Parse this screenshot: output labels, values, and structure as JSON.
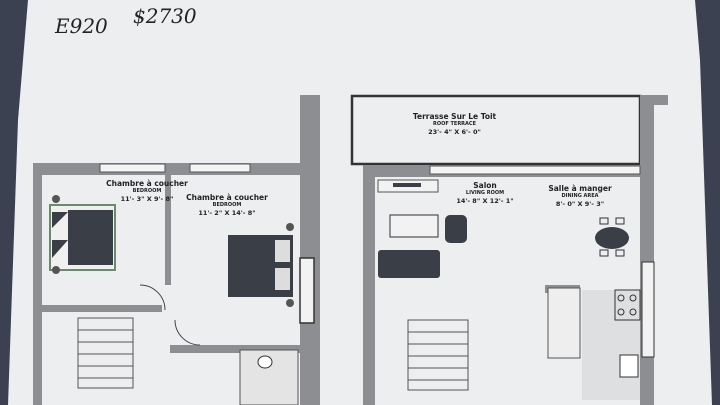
{
  "handwritten_note": {
    "unit": "E920",
    "price": "$2730"
  },
  "rooms": [
    {
      "name_fr": "Chambre à coucher",
      "name_en": "BEDROOM",
      "dimensions": "11'- 3\" X 9'- 8\""
    },
    {
      "name_fr": "Chambre à coucher",
      "name_en": "BEDROOM",
      "dimensions": "11'- 2\" X 14'- 8\""
    },
    {
      "name_fr": "Terrasse Sur Le Toit",
      "name_en": "ROOF TERRACE",
      "dimensions": "23'- 4\" X 6'- 0\""
    },
    {
      "name_fr": "Salon",
      "name_en": "LIVING ROOM",
      "dimensions": "14'- 8\" X 12'- 1\""
    },
    {
      "name_fr": "Salle à manger",
      "name_en": "DINING AREA",
      "dimensions": "8'- 0\" X 9'- 3\""
    }
  ],
  "colors": {
    "paper": "#eef0f2",
    "wall": "#8c8e92",
    "furniture": "#3a3e47",
    "background": "#3b4150"
  }
}
